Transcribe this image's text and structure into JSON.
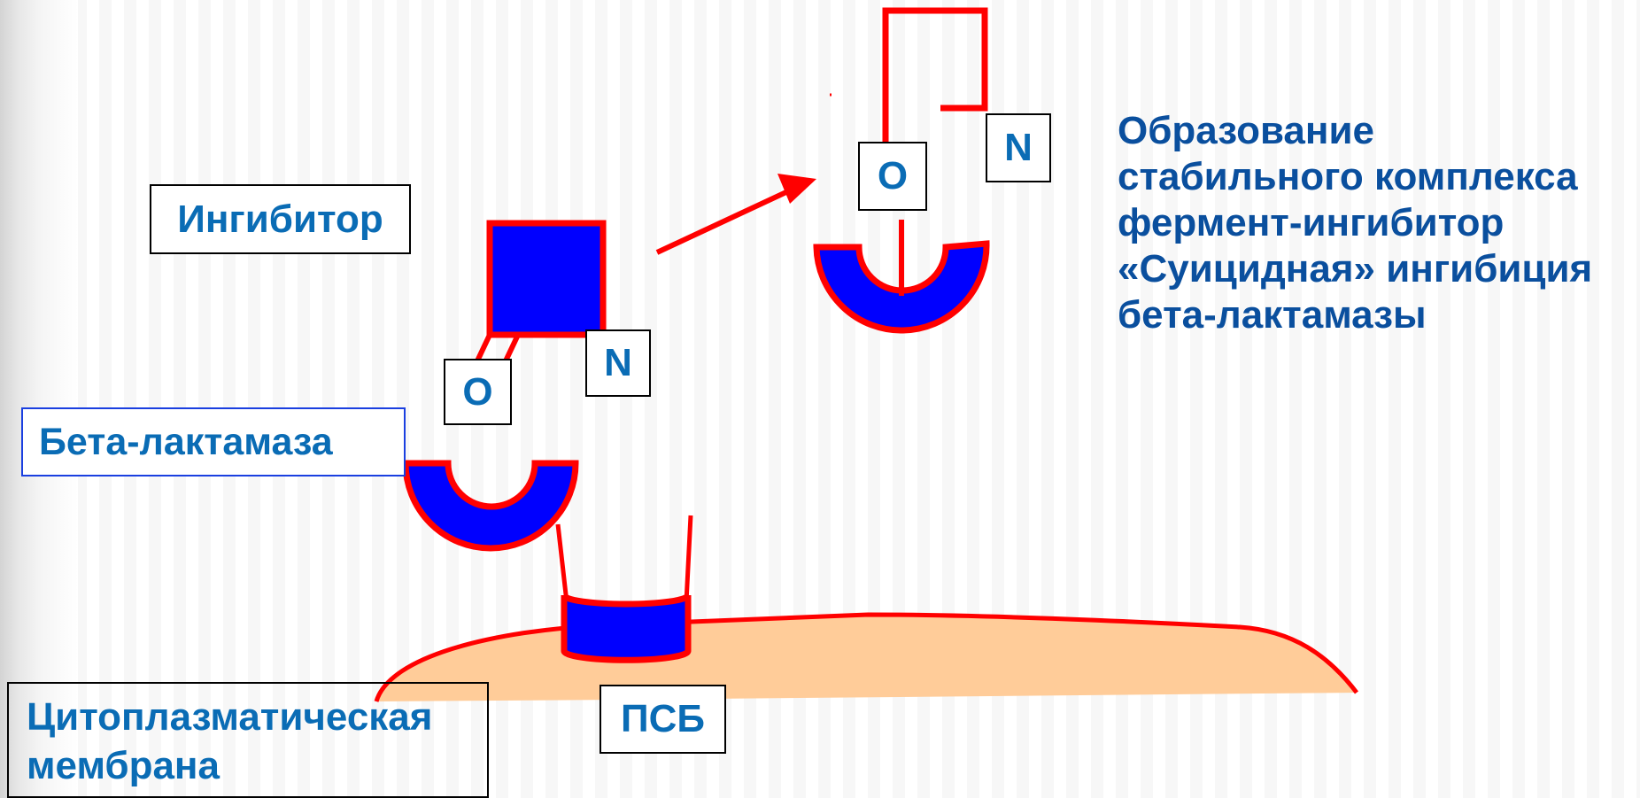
{
  "labels": {
    "inhibitor": "Ингибитор",
    "beta_lactamase": "Бета-лактамаза",
    "membrane_line1": "Цитоплазматическая",
    "membrane_line2": "мембрана",
    "pbp": "ПСБ",
    "atom_o_left": "O",
    "atom_n_left": "N",
    "atom_o_right": "O",
    "atom_n_right": "N"
  },
  "caption": {
    "line1": "Образование",
    "line2": "стабильного комплекса",
    "line3": "фермент-ингибитор",
    "line4": "«Суицидная» ингибиция",
    "line5": "бета-лактамазы"
  },
  "colors": {
    "red": "#ff0000",
    "blue": "#0000ff",
    "membrane": "#ffcc99",
    "text_blue": "#0a6cb5",
    "caption_blue": "#0a4f9e"
  }
}
